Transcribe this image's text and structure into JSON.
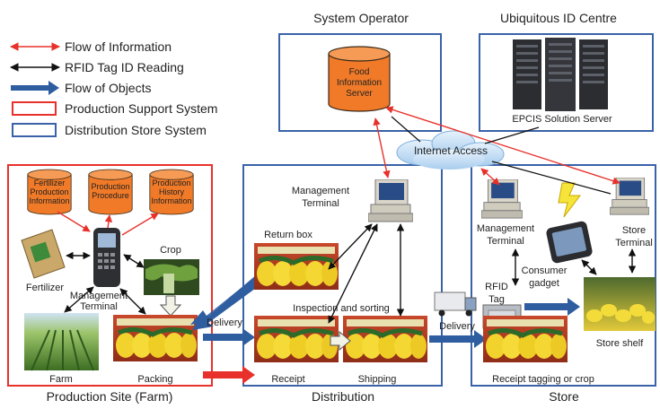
{
  "legend": {
    "flow_information": "Flow of Information",
    "rfid_reading": "RFID Tag ID Reading",
    "flow_objects": "Flow of Objects",
    "production_support": "Production Support System",
    "distribution_store": "Distribution Store System"
  },
  "headers": {
    "system_operator": "System Operator",
    "ubiquitous_id": "Ubiquitous ID Centre"
  },
  "servers": {
    "food_info_line1": "Food",
    "food_info_line2": "Information",
    "food_info_line3": "Server",
    "epcis": "EPCIS Solution Server"
  },
  "cloud": {
    "label": "Internet Access"
  },
  "production": {
    "db1_line1": "Fertilizer",
    "db1_line2": "Production",
    "db1_line3": "Information",
    "db2_line1": "Production",
    "db2_line2": "Procedure",
    "db3_line1": "Production",
    "db3_line2": "History",
    "db3_line3": "Information",
    "fertilizer": "Fertilizer",
    "crop": "Crop",
    "mgmt_line1": "Management",
    "mgmt_line2": "Terminal",
    "farm": "Farm",
    "packing": "Packing",
    "section": "Production Site (Farm)"
  },
  "distribution": {
    "mgmt_line1": "Management",
    "mgmt_line2": "Terminal",
    "return_box": "Return box",
    "inspection": "Inspection and sorting",
    "delivery_in": "Delivery",
    "receipt": "Receipt",
    "shipping": "Shipping",
    "section": "Distribution"
  },
  "store": {
    "mgmt_line1": "Management",
    "mgmt_line2": "Terminal",
    "store_term_line1": "Store",
    "store_term_line2": "Terminal",
    "consumer_line1": "Consumer",
    "consumer_line2": "gadget",
    "rfid_line1": "RFID",
    "rfid_line2": "Tag",
    "delivery": "Delivery",
    "store_shelf": "Store shelf",
    "receipt_tagging": "Receipt tagging or crop",
    "section": "Store"
  },
  "colors": {
    "info_red": "#e8312a",
    "production_border": "#e8312a",
    "distribution_border": "#3a62a8",
    "objects_arrow": "#2e5da0",
    "db_orange": "#f07a28"
  }
}
